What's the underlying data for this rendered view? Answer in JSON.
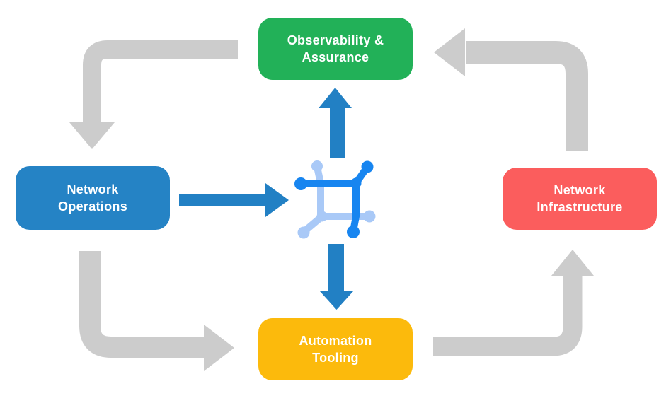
{
  "diagram": {
    "background": "#ffffff",
    "nodes": {
      "observability": {
        "label": "Observability &\nAssurance",
        "color": "#22b158"
      },
      "operations": {
        "label": "Network\nOperations",
        "color": "#2583c5"
      },
      "infrastructure": {
        "label": "Network\nInfrastructure",
        "color": "#fb5d5d"
      },
      "automation": {
        "label": "Automation\nTooling",
        "color": "#fcba0c"
      }
    },
    "arrows": {
      "cycle_color": "#cccccc",
      "flow_color": "#2280c4",
      "cycle": [
        "observability-to-operations",
        "operations-to-automation",
        "automation-to-infrastructure",
        "infrastructure-to-observability"
      ],
      "flow": [
        "operations-to-icon",
        "icon-to-observability",
        "icon-to-automation"
      ]
    },
    "icon": {
      "name": "network-nodes-icon",
      "primary_color": "#1785f0",
      "secondary_color": "#a9c9f7"
    }
  }
}
